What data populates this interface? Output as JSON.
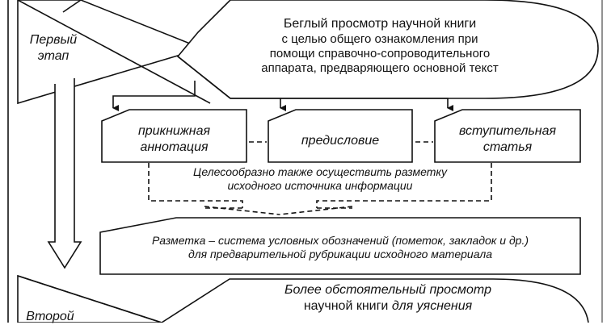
{
  "stages": [
    {
      "label_line1": "Первый",
      "label_line2": "этап"
    },
    {
      "label_line1": "Второй",
      "label_line2": ""
    }
  ],
  "first_stage": {
    "description_line1": "Беглый просмотр научной книги",
    "description_line2": "с целью общего ознакомления при",
    "description_line3": "помощи справочно-сопроводительного",
    "description_line4": "аппарата, предваряющего основной текст"
  },
  "elements": [
    {
      "line1": "прикнижная",
      "line2": "аннотация"
    },
    {
      "line1": "предисловие",
      "line2": ""
    },
    {
      "line1": "вступительная",
      "line2": "статья"
    }
  ],
  "note": {
    "line1": "Целесообразно также осуществить разметку",
    "line2": "исходного источника информации"
  },
  "definition": {
    "line1": "Разметка – система условных обозначений (пометок, закладок и др.)",
    "line2": "для предварительной рубрикации исходного материала"
  },
  "second_stage": {
    "description_line1": "Более обстоятельный просмотр",
    "description_line2_normal": "научной книги ",
    "description_line2_italic": "для уяснения"
  }
}
